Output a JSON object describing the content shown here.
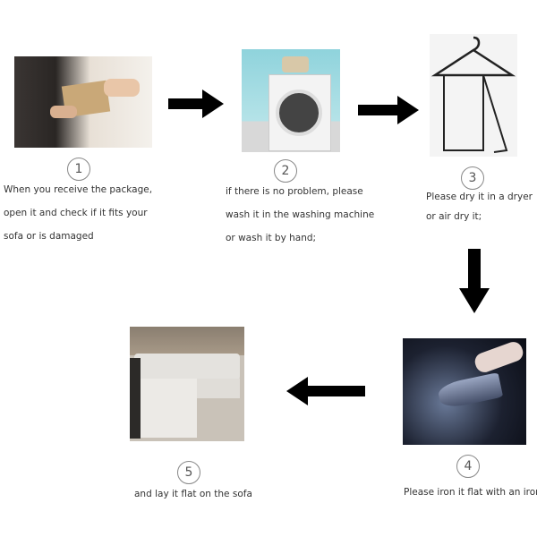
{
  "steps": [
    {
      "number": "1",
      "lines": [
        "When you receive the package,",
        "open it and check if it fits your",
        "sofa or is damaged"
      ],
      "image": "package-handover"
    },
    {
      "number": "2",
      "lines": [
        "if there is no problem, please",
        "wash it in the washing machine",
        "or wash it by hand;"
      ],
      "image": "washing-machine"
    },
    {
      "number": "3",
      "lines": [
        "Please dry it in a dryer",
        "or air dry it;"
      ],
      "image": "hanger-with-cloth"
    },
    {
      "number": "4",
      "lines": [
        "Please iron it flat with an iron,"
      ],
      "image": "steam-iron"
    },
    {
      "number": "5",
      "lines": [
        "and lay it flat on the sofa"
      ],
      "image": "sofa-with-cover"
    }
  ],
  "arrow_color": "#000000"
}
